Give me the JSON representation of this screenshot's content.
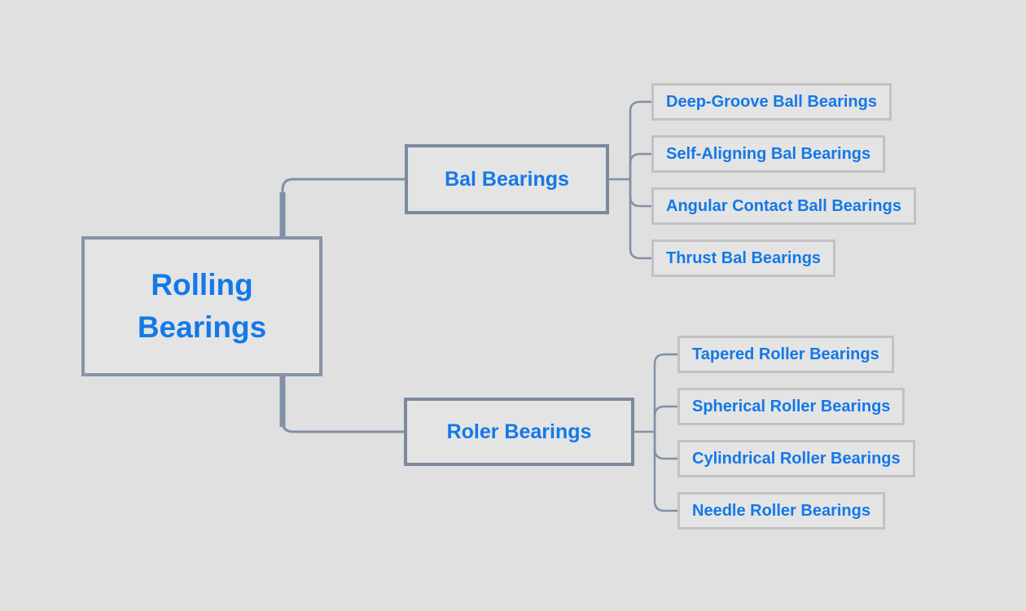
{
  "palette": {
    "bg": "#e0e0e0",
    "node_fill": "#e4e4e4",
    "node_text": "#1478e8",
    "root_border": "#8793a7",
    "branch_border": "#7b8a9e",
    "leaf_border": "#c2c2c2",
    "connector": "#8090a6"
  },
  "mindmap": {
    "root": {
      "label": "Rolling Bearings"
    },
    "branches": [
      {
        "label": "Bal Bearings",
        "children": [
          "Deep-Groove Ball Bearings",
          "Self-Aligning Bal Bearings",
          "Angular Contact Ball Bearings",
          "Thrust Bal Bearings"
        ]
      },
      {
        "label": "Roler Bearings",
        "children": [
          "Tapered Roller Bearings",
          "Spherical Roller Bearings",
          "Cylindrical Roller Bearings",
          "Needle Roller Bearings"
        ]
      }
    ]
  }
}
